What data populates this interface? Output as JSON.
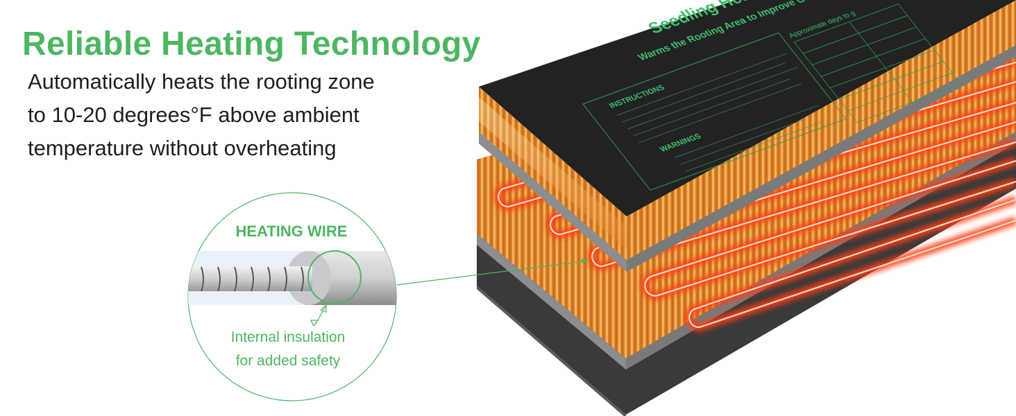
{
  "headline": "Reliable Heating Technology",
  "description_lines": [
    "Automatically heats the rooting zone",
    "to 10-20 degrees°F above ambient",
    "temperature without overheating"
  ],
  "inset": {
    "title": "HEATING WIRE",
    "caption_lines": [
      "Internal insulation",
      "for added safety"
    ]
  },
  "mat_print": {
    "title": "Seedling Heat Ma",
    "subtitle": "Warms the Rooting Area to Improve G",
    "instructions_heading": "INSTRUCTIONS",
    "warnings_heading": "WARNINGS",
    "table_heading": "Approximate days to g"
  },
  "colors": {
    "accent_green": "#4db661",
    "mat_black": "#222222",
    "felt_orange": "#e8902e",
    "wire_red": "#ff4a1c"
  }
}
